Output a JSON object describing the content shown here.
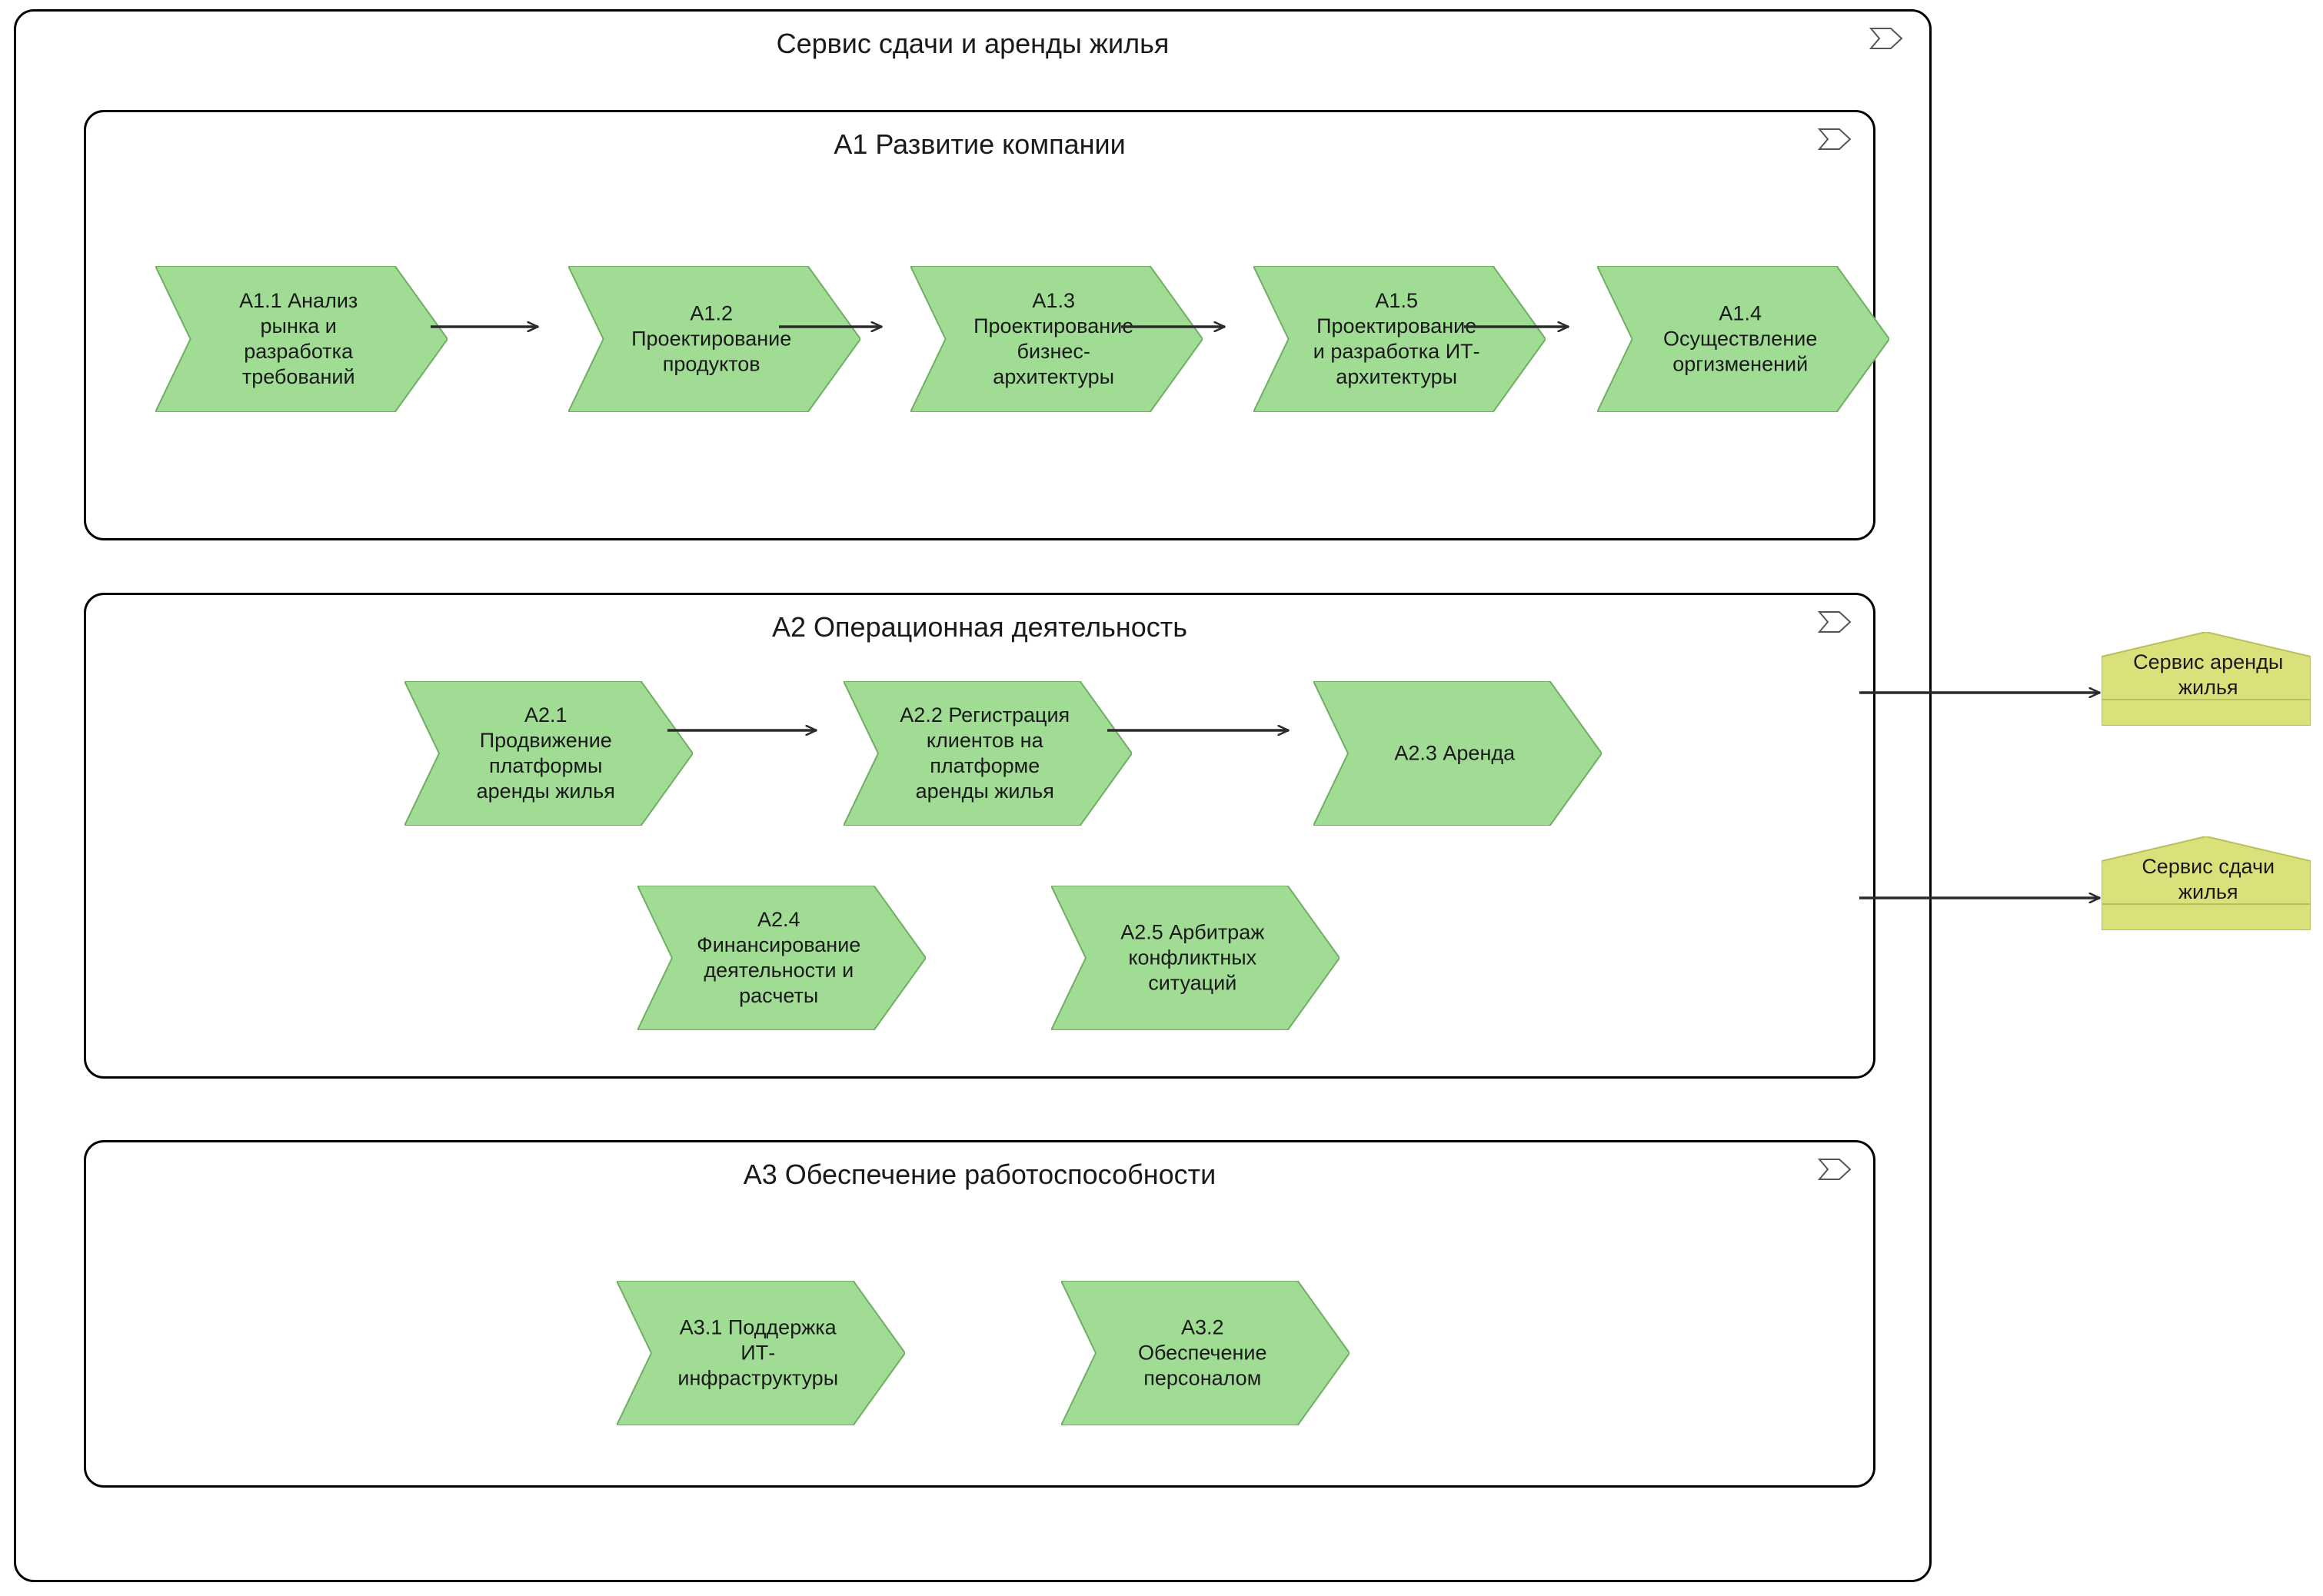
{
  "diagram": {
    "title": "Сервис сдачи и аренды жилья",
    "icon": "business-process-icon",
    "colors": {
      "process_fill": "#a0dc94",
      "process_stroke": "#6fae63",
      "service_fill": "#dbe17a",
      "service_stroke": "#b9bf5c",
      "container_stroke": "#000000",
      "connector": "#2b2b2b",
      "text": "#1a1a1a"
    }
  },
  "groups": [
    {
      "id": "A1",
      "title": "A1 Развитие компании",
      "icon": "business-process-icon",
      "processes": [
        {
          "id": "A1.1",
          "label": "A1.1 Анализ\nрынка и\nразработка\nтребований"
        },
        {
          "id": "A1.2",
          "label": "A1.2\nПроектирование\nпродуктов"
        },
        {
          "id": "A1.3",
          "label": "A1.3\nПроектирование\nбизнес-\nархитектуры"
        },
        {
          "id": "A1.5",
          "label": "A1.5\nПроектирование\nи разработка ИТ-\nархитектуры"
        },
        {
          "id": "A1.4",
          "label": "A1.4\nОсуществление\nоргизменений"
        }
      ]
    },
    {
      "id": "A2",
      "title": "A2 Операционная деятельность",
      "icon": "business-process-icon",
      "processes": [
        {
          "id": "A2.1",
          "label": "A2.1\nПродвижение\nплатформы\nаренды жилья"
        },
        {
          "id": "A2.2",
          "label": "A2.2 Регистрация\nклиентов на\nплатформе\nаренды жилья"
        },
        {
          "id": "A2.3",
          "label": "A2.3 Аренда"
        },
        {
          "id": "A2.4",
          "label": "A2.4\nФинансирование\nдеятельности и\nрасчеты"
        },
        {
          "id": "A2.5",
          "label": "A2.5 Арбитраж\nконфликтных\nситуаций"
        }
      ]
    },
    {
      "id": "A3",
      "title": "A3 Обеспечение работоспособности",
      "icon": "business-process-icon",
      "processes": [
        {
          "id": "A3.1",
          "label": "A3.1 Поддержка\nИТ-\nинфраструктуры"
        },
        {
          "id": "A3.2",
          "label": "A3.2\nОбеспечение\nперсоналом"
        }
      ]
    }
  ],
  "services": [
    {
      "id": "svc-arenda",
      "label": "Сервис аренды\nжилья"
    },
    {
      "id": "svc-sdachi",
      "label": "Сервис сдачи\nжилья"
    }
  ],
  "connectors": [
    {
      "from": "A1.1",
      "to": "A1.2",
      "type": "triggering"
    },
    {
      "from": "A1.2",
      "to": "A1.3",
      "type": "triggering"
    },
    {
      "from": "A1.3",
      "to": "A1.5",
      "type": "triggering"
    },
    {
      "from": "A1.5",
      "to": "A1.4",
      "type": "triggering"
    },
    {
      "from": "A2.1",
      "to": "A2.2",
      "type": "triggering"
    },
    {
      "from": "A2.2",
      "to": "A2.3",
      "type": "triggering"
    },
    {
      "from": "A2",
      "to": "svc-arenda",
      "type": "realization"
    },
    {
      "from": "A2",
      "to": "svc-sdachi",
      "type": "realization"
    }
  ]
}
